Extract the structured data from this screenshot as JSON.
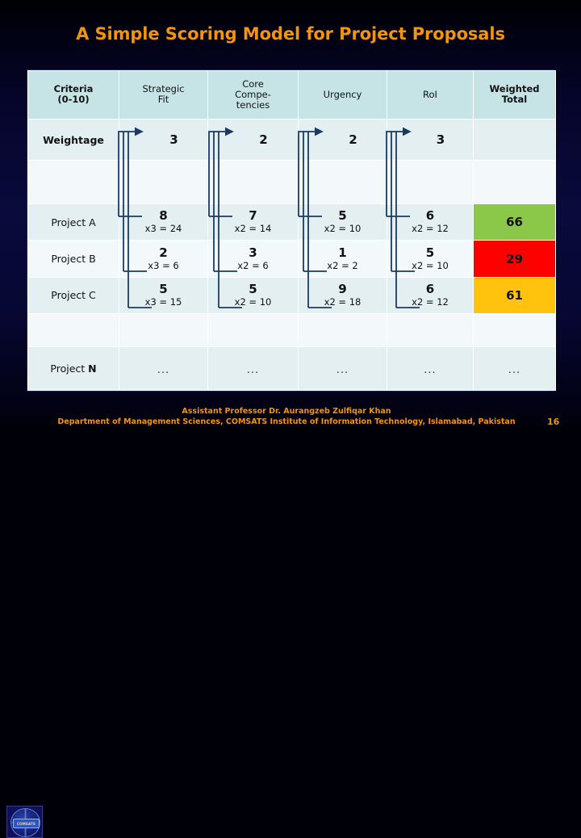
{
  "slide": {
    "title": "A Simple Scoring Model for Project Proposals",
    "page_number": "16",
    "title_color": "#F2940D",
    "background_color": "#0a0a3c"
  },
  "table": {
    "headers": [
      "Criteria (0-10)",
      "Strategic Fit",
      "Core Compe- tencies",
      "Urgency",
      "RoI",
      "Weighted Total"
    ],
    "headers_lines": {
      "criteria_l1": "Criteria",
      "criteria_l2": "(0-10)",
      "strategic_l1": "Strategic",
      "strategic_l2": "Fit",
      "core_l1": "Core",
      "core_l2": "Compe-",
      "core_l3": "tencies",
      "urgency": "Urgency",
      "roi": "RoI",
      "weighted_l1": "Weighted",
      "weighted_l2": "Total"
    },
    "weightage_row": {
      "label": "Weightage",
      "strategic_fit": "3",
      "core_competencies": "2",
      "urgency": "2",
      "roi": "3",
      "weighted_total": ""
    },
    "projects": [
      {
        "label": "Project A",
        "strategic_fit": {
          "score": "8",
          "mult": "x3 = 24"
        },
        "core_competencies": {
          "score": "7",
          "mult": "x2 = 14"
        },
        "urgency": {
          "score": "5",
          "mult": "x2 = 10"
        },
        "roi": {
          "score": "6",
          "mult": "x2 = 12"
        },
        "weighted_total": "66",
        "total_color": "#8BC84A"
      },
      {
        "label": "Project B",
        "strategic_fit": {
          "score": "2",
          "mult": "x3 = 6"
        },
        "core_competencies": {
          "score": "3",
          "mult": "x2 = 6"
        },
        "urgency": {
          "score": "1",
          "mult": "x2 = 2"
        },
        "roi": {
          "score": "5",
          "mult": "x2 = 10"
        },
        "weighted_total": "29",
        "total_color": "#FE0000"
      },
      {
        "label": "Project C",
        "strategic_fit": {
          "score": "5",
          "mult": "x3 = 15"
        },
        "core_competencies": {
          "score": "5",
          "mult": "x2 = 10"
        },
        "urgency": {
          "score": "9",
          "mult": "x2 = 18"
        },
        "roi": {
          "score": "6",
          "mult": "x2 = 12"
        },
        "weighted_total": "61",
        "total_color": "#FFC20D"
      }
    ],
    "project_n_row": {
      "label_text": "Project ",
      "label_bold": "N",
      "strategic_fit": "...",
      "core_competencies": "...",
      "urgency": "...",
      "roi": "...",
      "weighted_total": "..."
    },
    "header_bg": "#c6e3e6",
    "row_tint": "#e4eff1",
    "row_light": "#f3f9fa",
    "arrow_color": "#1b3a63"
  },
  "footer": {
    "line1": "Assistant Professor Dr. Aurangzeb Zulfiqar Khan",
    "line2": "Department of Management Sciences, COMSATS Institute of Information Technology, Islamabad, Pakistan",
    "logo_text": "COMSATS"
  }
}
